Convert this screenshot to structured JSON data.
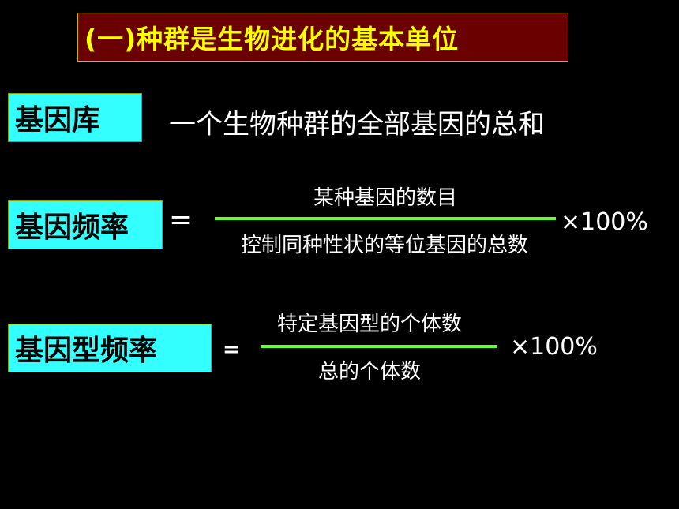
{
  "title": "(一)种群是生物进化的基本单位",
  "gene_pool": {
    "term": "基因库",
    "definition": "一个生物种群的全部基因的总和"
  },
  "gene_frequency": {
    "term": "基因频率",
    "equals": "=",
    "numerator": "某种基因的数目",
    "denominator": "控制同种性状的等位基因的总数",
    "multiplier": "×100%"
  },
  "genotype_frequency": {
    "term": "基因型频率",
    "equals": "=",
    "numerator": "特定基因型的个体数",
    "denominator": "总的个体数",
    "multiplier": "×100%"
  },
  "colors": {
    "background": "#000000",
    "title_bg": "#6b0000",
    "title_text": "#ffff00",
    "term_bg": "#33ffff",
    "fraction_line": "#66ff33"
  }
}
